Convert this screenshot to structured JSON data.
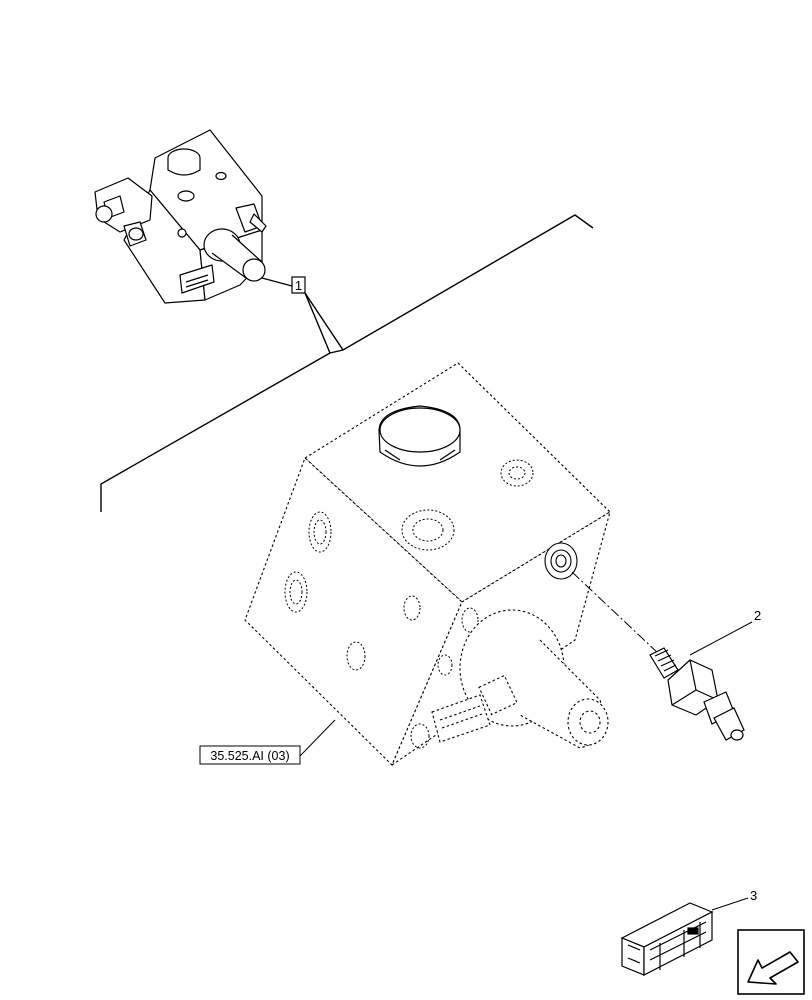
{
  "diagram": {
    "callouts": [
      {
        "id": "1",
        "boxed": true
      },
      {
        "id": "2",
        "boxed": false
      },
      {
        "id": "3",
        "boxed": false
      }
    ],
    "reference_label": "35.525.AI (03)",
    "nav_icon": "arrow-back-icon",
    "parts": {
      "assembly": "valve-block-assembly",
      "block": "valve-block",
      "sensor": "pressure-switch",
      "kit": "parts-crate"
    },
    "colors": {
      "line": "#000000",
      "background": "#ffffff"
    }
  }
}
